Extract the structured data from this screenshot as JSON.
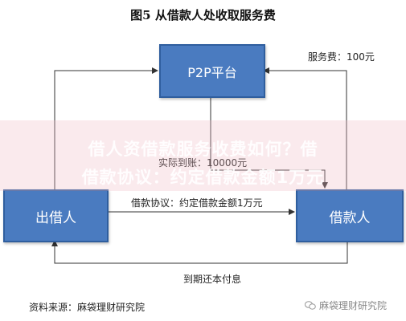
{
  "title": "图5 从借款人处收取服务费",
  "nodes": {
    "platform": "P2P平台",
    "lender": "出借人",
    "borrower": "借款人"
  },
  "labels": {
    "service_fee": "服务费：100元",
    "actual_received": "实际到账：10000元",
    "loan_agreement": "借款协议：约定借款金额1万元",
    "repayment": "到期还本付息"
  },
  "overlay_text": {
    "line1": "借人资借款服务收费如何？借",
    "line2": "借款协议：约定借款金额1万元"
  },
  "footer": {
    "source": "资料来源：麻袋理财研究院",
    "watermark": "麻袋理财研究院"
  },
  "colors": {
    "node_fill": "#4a7bc0",
    "node_border": "#2f5e9e",
    "arrow": "#333333"
  }
}
